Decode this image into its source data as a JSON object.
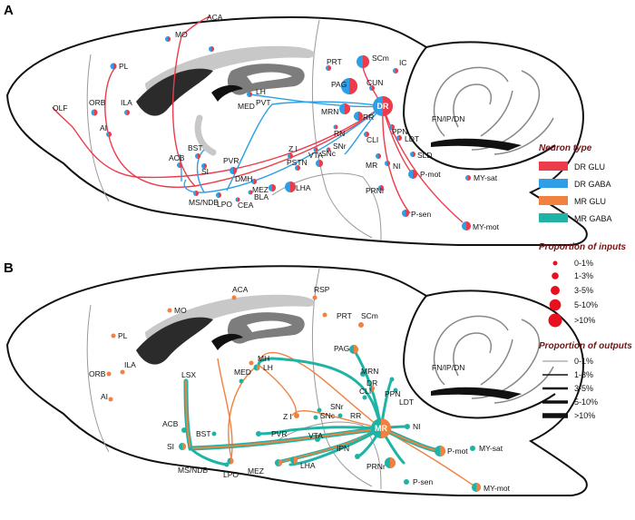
{
  "panels": {
    "a": "A",
    "b": "B"
  },
  "colors": {
    "dr_glu": "#ec3b4b",
    "dr_gaba": "#2e9fe6",
    "mr_glu": "#f0813e",
    "mr_gaba": "#1fb3a6"
  },
  "legend": {
    "neuron_type_title": "Neuron type",
    "neuron_types": [
      "DR GLU",
      "DR GABA",
      "MR GLU",
      "MR GABA"
    ],
    "inputs_title": "Proportion of inputs",
    "inputs": [
      "0-1%",
      "1-3%",
      "3-5%",
      "5-10%",
      ">10%"
    ],
    "outputs_title": "Proportion of outputs",
    "outputs": [
      "0-1%",
      "1-3%",
      "3-5%",
      "5-10%",
      ">10%"
    ]
  },
  "panelA": {
    "hub": "DR",
    "labels": {
      "aca": "ACA",
      "mo": "MO",
      "pl": "PL",
      "orb": "ORB",
      "ila": "ILA",
      "ai": "AI",
      "olf": "OLF",
      "lh": "LH",
      "pvt": "PVT",
      "med": "MED",
      "prt": "PRT",
      "scm": "SCm",
      "ic": "IC",
      "pag": "PAG",
      "cun": "CUN",
      "fn": "FN/IP/DN",
      "mrn": "MRN",
      "rn": "RN",
      "rr": "RR",
      "cli": "CLI",
      "ppn": "PPN",
      "ldt": "LDT",
      "sld": "SLD",
      "ni": "NI",
      "mr": "MR",
      "pmot": "P-mot",
      "mysat": "MY-sat",
      "prnr": "PRNr",
      "psen": "P-sen",
      "mymot": "MY-mot",
      "bst": "BST",
      "acb": "ACB",
      "si": "SI",
      "msndb": "MS/NDB",
      "lpo": "LPO",
      "cea": "CEA",
      "bla": "BLA",
      "pvr": "PVR",
      "dmh": "DMH",
      "mez": "MEZ",
      "zi": "Z I",
      "pstn": "PSTN",
      "lha": "LHA",
      "vta": "VTA",
      "snr": "SNr",
      "snc": "SNc"
    }
  },
  "panelB": {
    "hub": "MR",
    "labels": {
      "aca": "ACA",
      "rsp": "RSP",
      "mo": "MO",
      "pl": "PL",
      "orb": "ORB",
      "ila": "ILA",
      "ai": "AI",
      "prt": "PRT",
      "scm": "SCm",
      "pag": "PAG",
      "fn": "FN/IP/DN",
      "mh": "MH",
      "lh": "LH",
      "med": "MED",
      "lsx": "LSX",
      "mrn": "MRN",
      "dr": "DR",
      "cli": "CLI",
      "ppn": "PPN",
      "ldt": "LDT",
      "snr": "SNr",
      "snc": "SNc",
      "rr": "RR",
      "zi": "Z I",
      "acb": "ACB",
      "bst": "BST",
      "si": "SI",
      "pvr": "PVR",
      "vta": "VTA",
      "ni": "NI",
      "ipn": "IPN",
      "pmot": "P-mot",
      "mysat": "MY-sat",
      "prnr": "PRNr",
      "msndb": "MS/NDB",
      "lpo": "LPO",
      "mez": "MEZ",
      "lha": "LHA",
      "psen": "P-sen",
      "mymot": "MY-mot"
    }
  }
}
